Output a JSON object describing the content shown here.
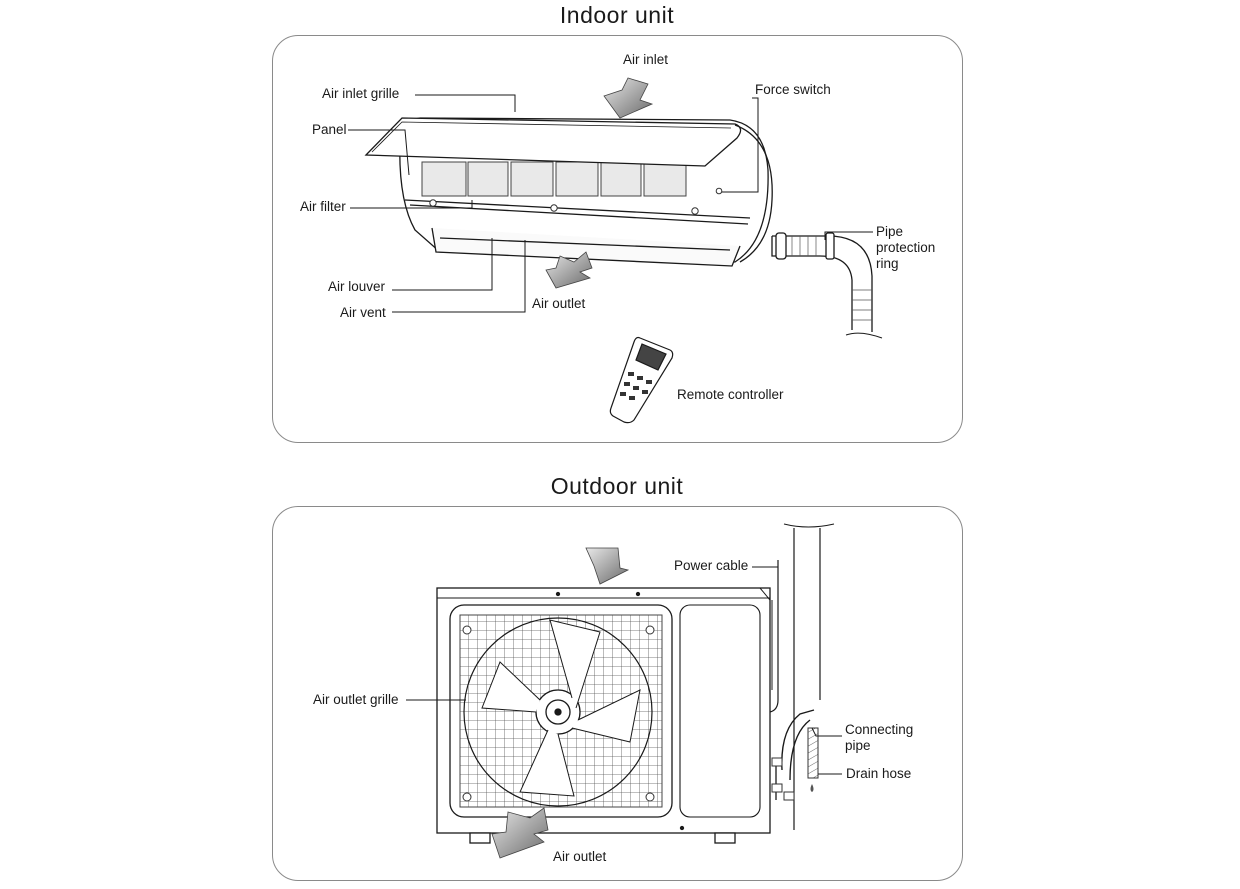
{
  "indoor": {
    "title": "Indoor unit",
    "labels": {
      "air_inlet": "Air inlet",
      "air_inlet_grille": "Air inlet grille",
      "force_switch": "Force switch",
      "panel": "Panel",
      "air_filter": "Air filter",
      "pipe_protection_ring": "Pipe protection ring",
      "air_louver": "Air louver",
      "air_vent": "Air vent",
      "air_outlet": "Air outlet",
      "remote_controller": "Remote controller"
    }
  },
  "outdoor": {
    "title": "Outdoor unit",
    "labels": {
      "power_cable": "Power cable",
      "air_outlet_grille": "Air outlet grille",
      "connecting_pipe": "Connecting pipe",
      "drain_hose": "Drain hose",
      "air_outlet": "Air outlet"
    }
  }
}
